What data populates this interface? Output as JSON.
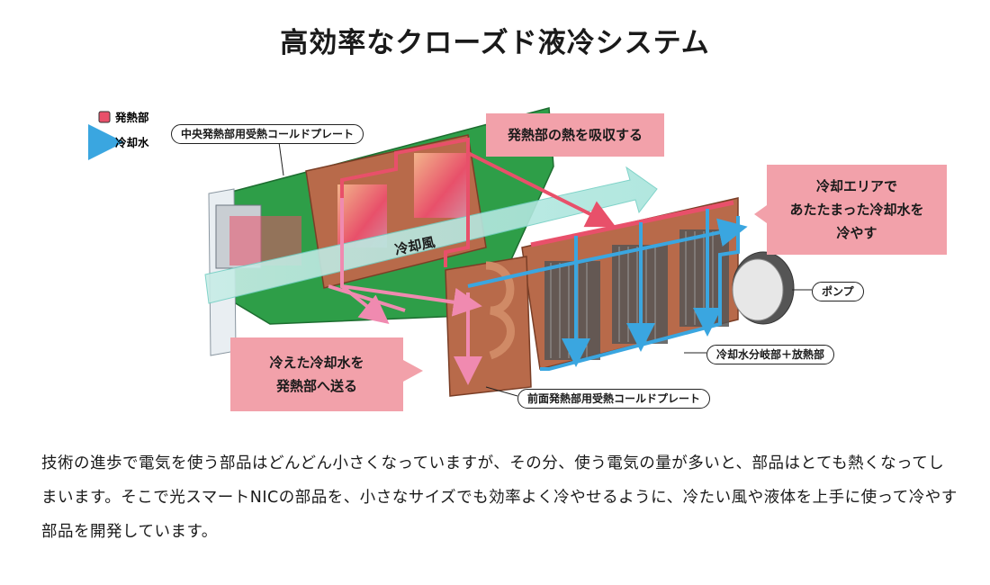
{
  "title": "高効率なクローズド液冷システム",
  "legend": {
    "heat": "発熱部",
    "coolant": "冷却水"
  },
  "labels": {
    "central_plate": "中央発熱部用受熱コールドプレート",
    "pump": "ポンプ",
    "distributor": "冷却水分岐部＋放熱部",
    "front_plate": "前面発熱部用受熱コールドプレート",
    "cooling_air": "冷却風"
  },
  "callouts": {
    "absorb": "発熱部の熱を吸収する",
    "cool_area": [
      "冷却エリアで",
      "あたたまった冷却水を",
      "冷やす"
    ],
    "send": [
      "冷えた冷却水を",
      "発熱部へ送る"
    ]
  },
  "colors": {
    "heat": "#e8506a",
    "coolant_blue": "#3aa6e0",
    "callout": "#f2a1aa",
    "pcb": "#2e9e48",
    "copper": "#b86a4a",
    "air": "#b8ece6"
  },
  "body": "技術の進歩で電気を使う部品はどんどん小さくなっていますが、その分、使う電気の量が多いと、部品はとても熱くなってしまいます。そこで光スマートNICの部品を、小さなサイズでも効率よく冷やせるように、冷たい風や液体を上手に使って冷やす部品を開発しています。"
}
